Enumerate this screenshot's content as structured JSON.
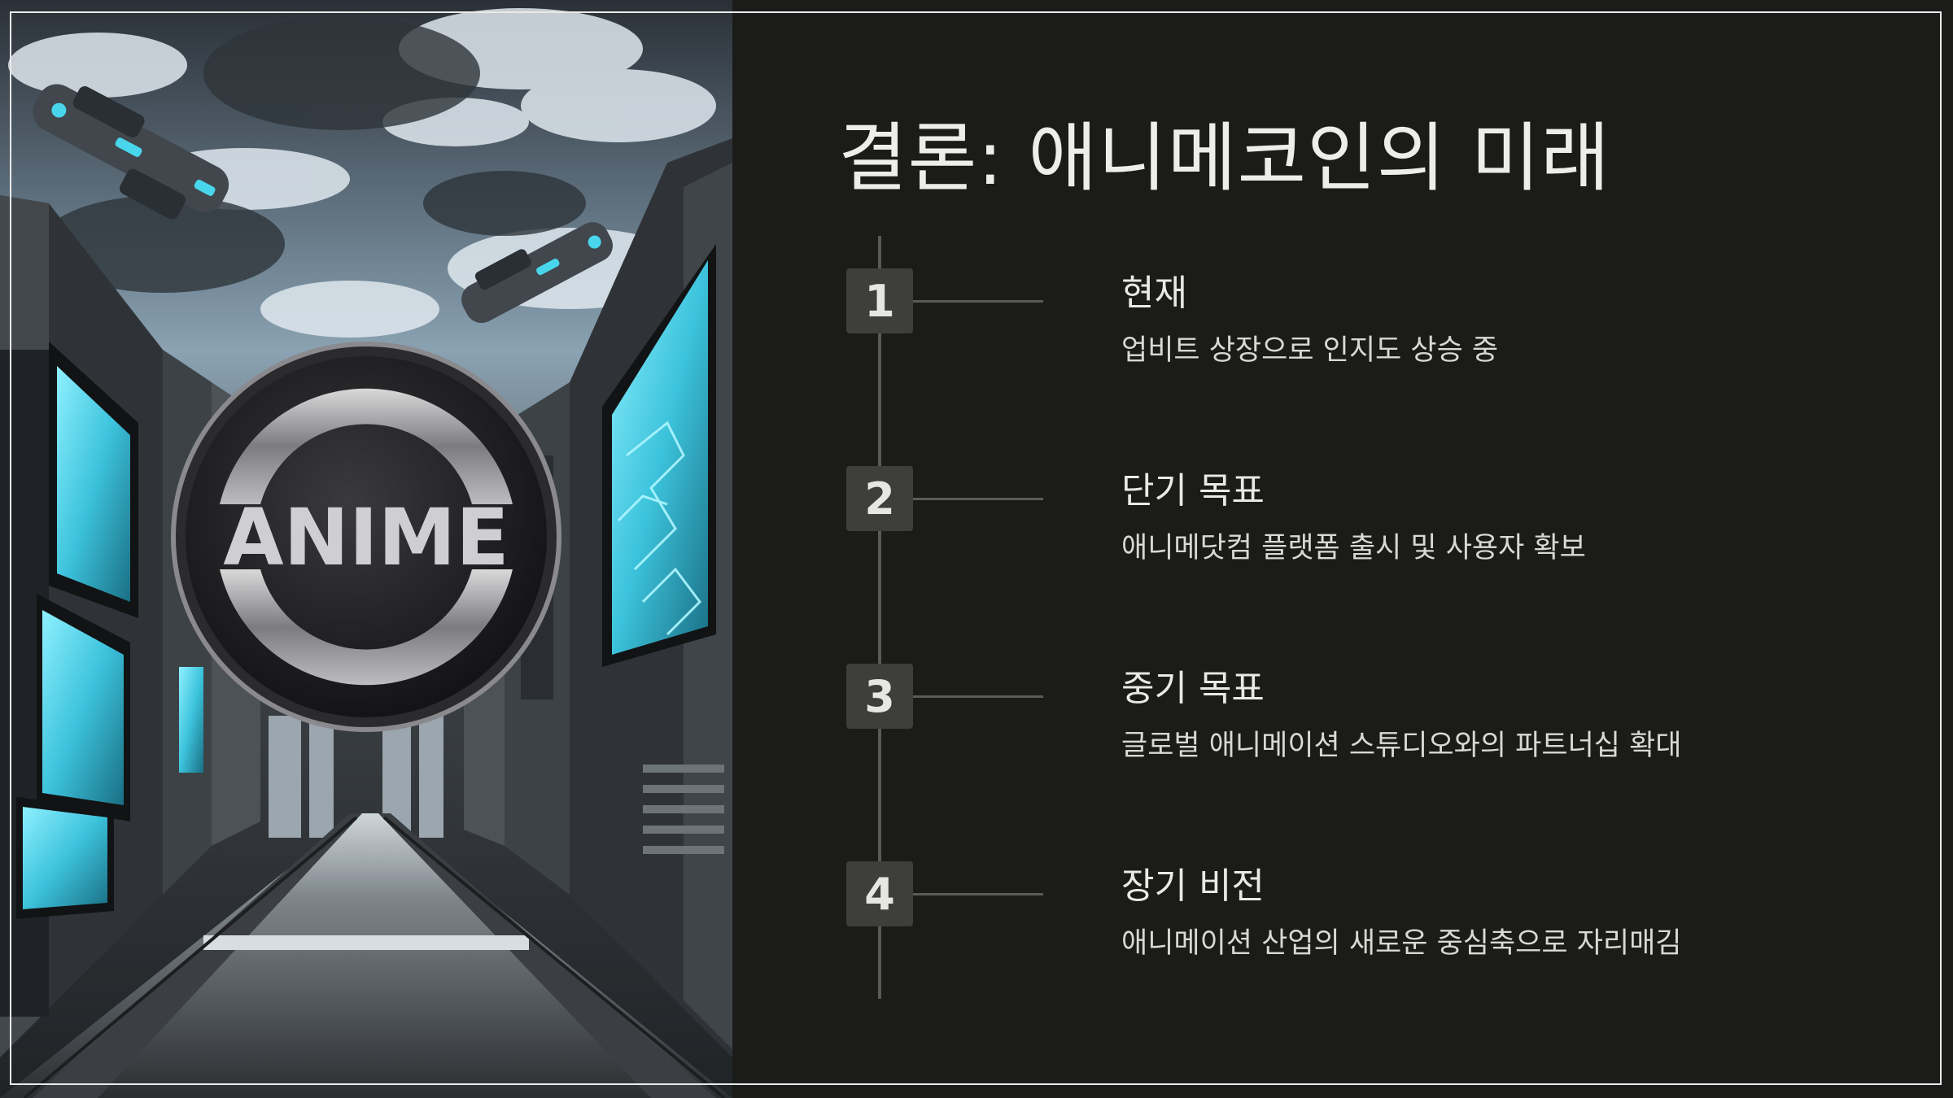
{
  "slide": {
    "title": "결론: 애니메코인의 미래",
    "illustration": {
      "coin_text": "ANIME"
    },
    "steps": [
      {
        "number": "1",
        "heading": "현재",
        "description": "업비트 상장으로 인지도 상승 중"
      },
      {
        "number": "2",
        "heading": "단기 목표",
        "description": "애니메닷컴 플랫폼 출시 및 사용자 확보"
      },
      {
        "number": "3",
        "heading": "중기 목표",
        "description": "글로벌 애니메이션 스튜디오와의 파트너십 확대"
      },
      {
        "number": "4",
        "heading": "장기 비전",
        "description": "애니메이션 산업의 새로운 중심축으로 자리매김"
      }
    ]
  },
  "colors": {
    "background": "#1b1b1a",
    "badge": "#3e3e3c",
    "timeline": "#5a5a57",
    "accent_cyan": "#49d6ec"
  }
}
